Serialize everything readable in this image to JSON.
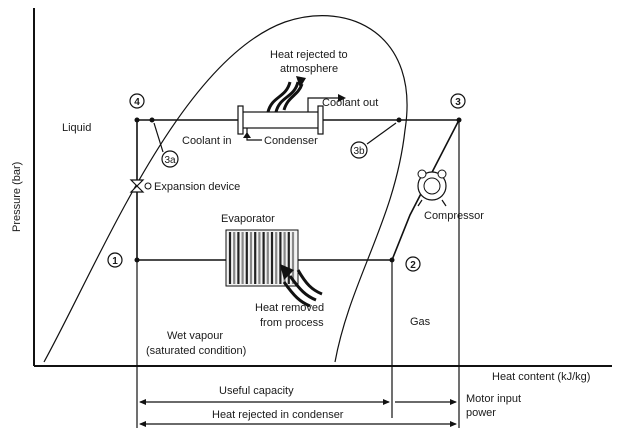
{
  "axes": {
    "y_label": "Pressure (bar)",
    "x_label": "Heat content (kJ/kg)"
  },
  "points": [
    {
      "id": "p1",
      "label": "1"
    },
    {
      "id": "p2",
      "label": "2"
    },
    {
      "id": "p3",
      "label": "3"
    },
    {
      "id": "p4",
      "label": "4"
    },
    {
      "id": "p3a",
      "label": "3a"
    },
    {
      "id": "p3b",
      "label": "3b"
    }
  ],
  "regions": {
    "liquid": "Liquid",
    "wet_vapour_line1": "Wet vapour",
    "wet_vapour_line2": "(saturated condition)",
    "gas": "Gas"
  },
  "components": {
    "heat_rejected_line1": "Heat rejected to",
    "heat_rejected_line2": "atmosphere",
    "coolant_out": "Coolant out",
    "coolant_in": "Coolant in",
    "condenser": "Condenser",
    "expansion_device": "Expansion device",
    "evaporator": "Evaporator",
    "compressor": "Compressor",
    "heat_removed_line1": "Heat removed",
    "heat_removed_line2": "from process"
  },
  "dimensions": {
    "useful_capacity": "Useful capacity",
    "heat_rejected_condenser": "Heat rejected in condenser",
    "motor_input_line1": "Motor input",
    "motor_input_line2": "power"
  },
  "colors": {
    "line": "#111111",
    "background": "#ffffff",
    "fin_dark": "#222222",
    "fin_light": "#888888"
  }
}
